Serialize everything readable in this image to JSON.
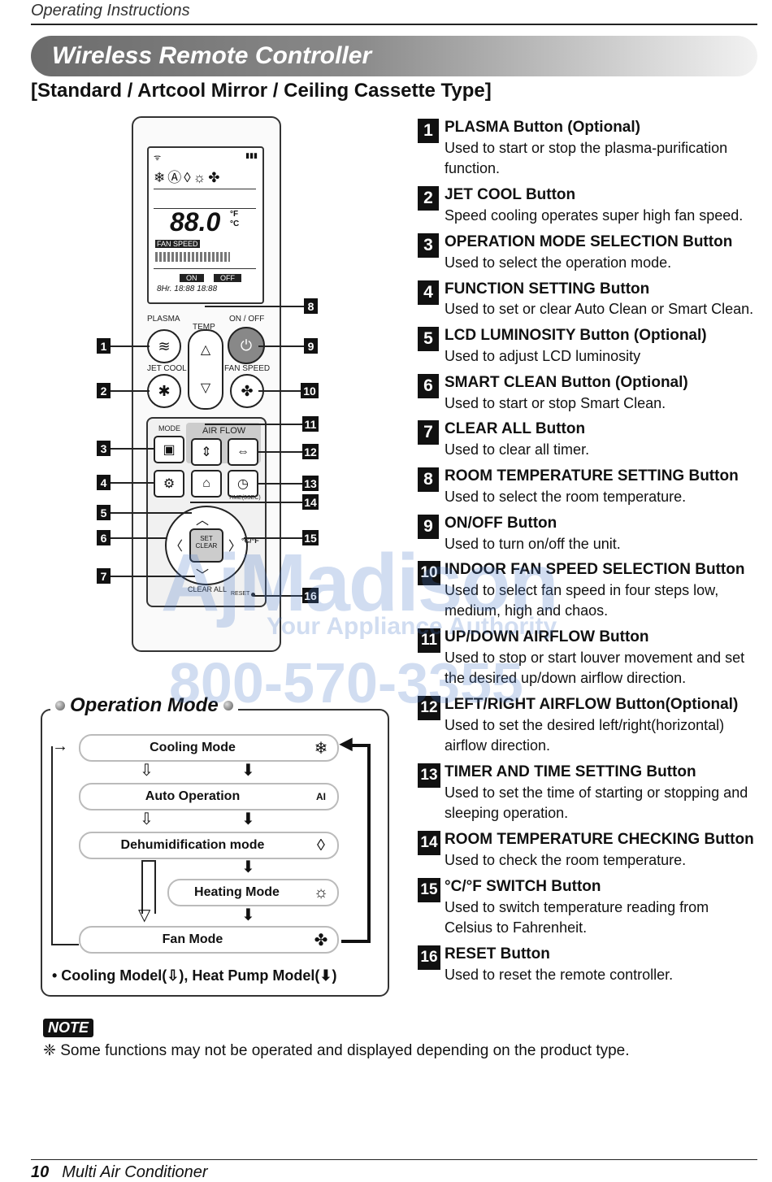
{
  "header": {
    "section": "Operating Instructions"
  },
  "banner": {
    "title": "Wireless Remote Controller"
  },
  "subtitle": "[Standard / Artcool Mirror / Ceiling Cassette Type]",
  "remote": {
    "lcd": {
      "digits": "88.0",
      "unit_f": "°F",
      "unit_c": "°C",
      "fan_speed": "FAN SPEED",
      "on": "ON",
      "off": "OFF",
      "timer": "8Hr. 18:88 18:88"
    },
    "labels": {
      "plasma": "PLASMA",
      "temp": "TEMP",
      "on_off": "ON / OFF",
      "jet_cool": "JET COOL",
      "fan_speed": "FAN SPEED",
      "mode": "MODE",
      "air_flow": "AIR FLOW",
      "time_sec": "TIME(3SEC)",
      "set": "SET",
      "clear": "CLEAR",
      "clear_all": "CLEAR ALL",
      "reset": "RESET",
      "cf": "°C/°F"
    },
    "callouts": [
      "1",
      "2",
      "3",
      "4",
      "5",
      "6",
      "7",
      "8",
      "9",
      "10",
      "11",
      "12",
      "13",
      "14",
      "15",
      "16"
    ]
  },
  "items": [
    {
      "num": "1",
      "title": "PLASMA Button (Optional)",
      "desc": "Used to start or stop the plasma-purification function."
    },
    {
      "num": "2",
      "title": "JET COOL Button",
      "desc": "Speed cooling operates super high fan speed."
    },
    {
      "num": "3",
      "title": "OPERATION MODE SELECTION Button",
      "desc": "Used to select the operation mode."
    },
    {
      "num": "4",
      "title": "FUNCTION SETTING Button",
      "desc": "Used to set or clear Auto Clean or Smart Clean."
    },
    {
      "num": "5",
      "title": "LCD LUMINOSITY Button (Optional)",
      "desc": "Used to adjust LCD luminosity"
    },
    {
      "num": "6",
      "title": "SMART CLEAN Button (Optional)",
      "desc": "Used to start or stop Smart Clean."
    },
    {
      "num": "7",
      "title": "CLEAR ALL Button",
      "desc": "Used to clear all timer."
    },
    {
      "num": "8",
      "title": "ROOM TEMPERATURE SETTING Button",
      "desc": "Used to select the room temperature."
    },
    {
      "num": "9",
      "title": "ON/OFF Button",
      "desc": "Used to turn on/off the unit."
    },
    {
      "num": "10",
      "title": "INDOOR FAN SPEED SELECTION Button",
      "desc": "Used to select fan speed in four steps low, medium, high and chaos."
    },
    {
      "num": "11",
      "title": "UP/DOWN AIRFLOW Button",
      "desc": "Used to stop or start louver movement and set the desired up/down airflow direction."
    },
    {
      "num": "12",
      "title": "LEFT/RIGHT AIRFLOW Button(Optional)",
      "desc": "Used to set the desired left/right(horizontal) airflow direction."
    },
    {
      "num": "13",
      "title": "TIMER AND TIME SETTING Button",
      "desc": "Used to set the time of starting or stopping and sleeping operation."
    },
    {
      "num": "14",
      "title": "ROOM TEMPERATURE CHECKING Button",
      "desc": "Used to check the room temperature."
    },
    {
      "num": "15",
      "title": "°C/°F SWITCH Button",
      "desc": "Used to switch temperature reading from Celsius to Fahrenheit."
    },
    {
      "num": "16",
      "title": "RESET Button",
      "desc": "Used to reset the remote controller."
    }
  ],
  "operation_mode": {
    "title": "Operation Mode",
    "modes": [
      {
        "label": "Cooling Mode",
        "icon": "snowflake-icon",
        "glyph": "❄"
      },
      {
        "label": "Auto Operation",
        "icon": "ai-icon",
        "glyph": "AI"
      },
      {
        "label": "Dehumidification mode",
        "icon": "droplet-icon",
        "glyph": "◊"
      },
      {
        "label": "Heating Mode",
        "icon": "sun-icon",
        "glyph": "☼"
      },
      {
        "label": "Fan Mode",
        "icon": "fan-icon",
        "glyph": "✤"
      }
    ],
    "legend": "• Cooling Model(⇩), Heat Pump Model(⬇)"
  },
  "note": {
    "tag": "NOTE",
    "text": "❈ Some functions may not be operated and displayed depending on the product type."
  },
  "footer": {
    "page": "10",
    "title": "Multi Air Conditioner"
  },
  "watermark": {
    "brand": "AjMadison",
    "tagline": "Your Appliance Authority",
    "phone": "800-570-3355"
  }
}
